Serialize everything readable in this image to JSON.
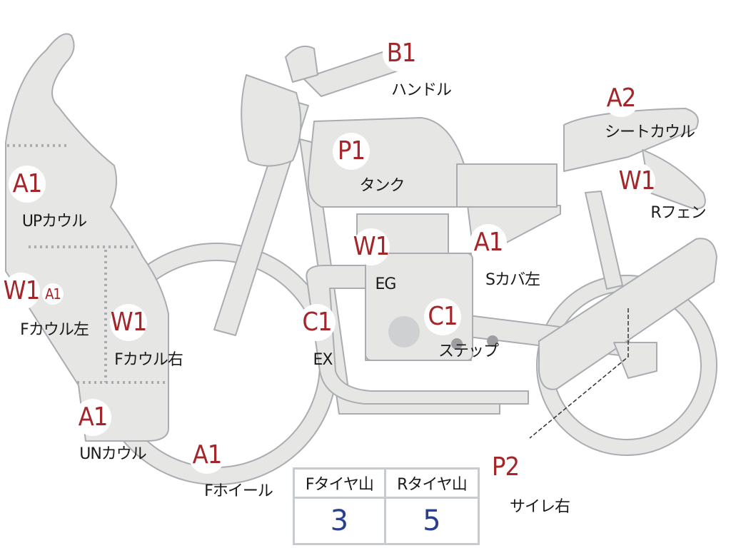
{
  "labels": {
    "b1": {
      "code": "B1",
      "name": "ハンドル"
    },
    "a2": {
      "code": "A2",
      "name": "シートカウル"
    },
    "p1": {
      "code": "P1",
      "name": "タンク"
    },
    "w1_rfen": {
      "code": "W1",
      "name": "Rフェン"
    },
    "a1_up": {
      "code": "A1",
      "name": "UPカウル"
    },
    "w1_eg": {
      "code": "W1",
      "name": "EG"
    },
    "a1_scover": {
      "code": "A1",
      "name": "Sカバ左"
    },
    "w1_fcowl_l": {
      "code": "W1",
      "code2": "A1",
      "name": "Fカウル左"
    },
    "w1_fcowl_r": {
      "code": "W1",
      "name": "Fカウル右"
    },
    "c1_ex": {
      "code": "C1",
      "name": "EX"
    },
    "c1_step": {
      "code": "C1",
      "name": "ステップ"
    },
    "a1_un": {
      "code": "A1",
      "name": "UNカウル"
    },
    "a1_fwheel": {
      "code": "A1",
      "name": "Fホイール"
    },
    "p2": {
      "code": "P2",
      "name": "サイレ右"
    }
  },
  "tire_table": {
    "headers": [
      "Fタイヤ山",
      "Rタイヤ山"
    ],
    "values": [
      "3",
      "5"
    ]
  },
  "colors": {
    "part_fill": "#e6e6e4",
    "part_stroke": "#a9adb1",
    "code_text": "#a3262b",
    "value_text": "#2b3f8f"
  }
}
